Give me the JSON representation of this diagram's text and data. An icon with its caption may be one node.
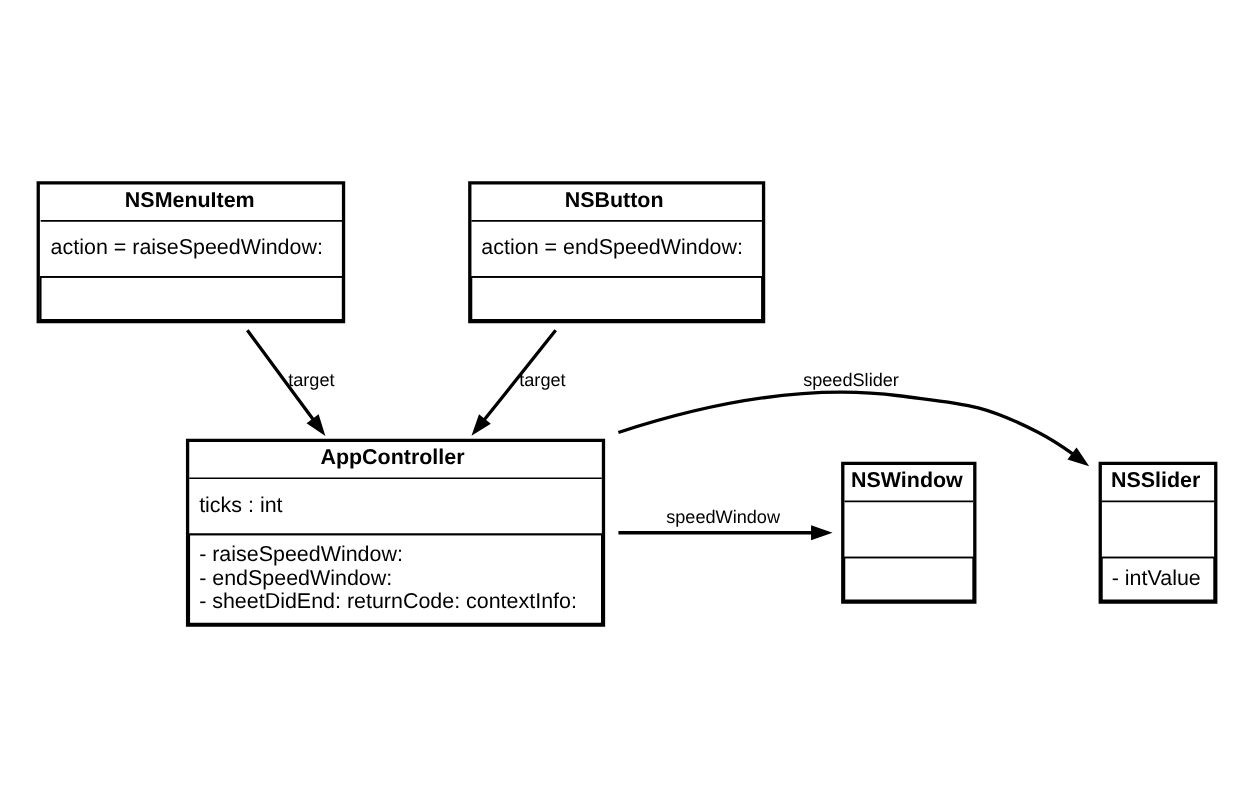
{
  "diagram": {
    "nodes": [
      {
        "text": [
          "NSMenuItem",
          "action = raiseSpeedWindow:"
        ]
      },
      {
        "text": [
          "NSButton",
          "action = endSpeedWindow:"
        ]
      },
      {
        "text": [
          "AppController",
          "ticks : int",
          "- raiseSpeedWindow:",
          "- endSpeedWindow:",
          "- sheetDidEnd: returnCode: contextInfo:"
        ]
      },
      {
        "text": [
          "NSSlider",
          "- intValue"
        ]
      },
      {
        "text": [
          "NSWindow"
        ]
      }
    ],
    "edges": [
      {
        "from": 0,
        "to": 2,
        "arrow": "to",
        "label": "target"
      },
      {
        "from": 1,
        "to": 2,
        "arrow": "to",
        "label": "target"
      },
      {
        "from": 2,
        "to": 3,
        "arrow": "to",
        "label": "speedSlider"
      },
      {
        "from": 2,
        "to": 4,
        "arrow": "to",
        "label": "speedWindow"
      }
    ]
  }
}
